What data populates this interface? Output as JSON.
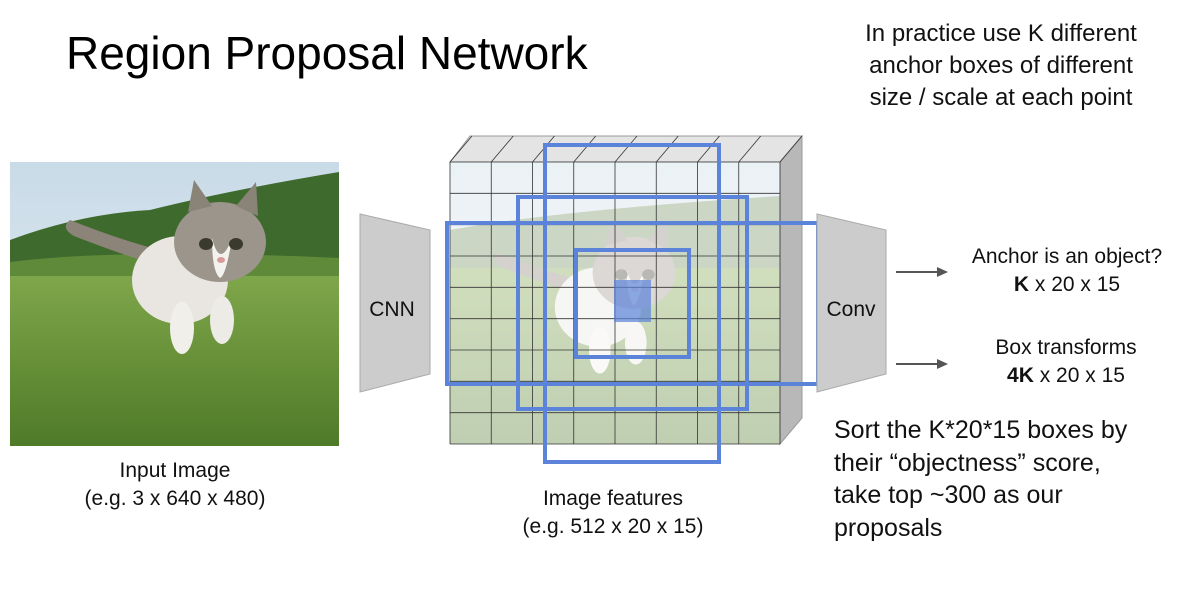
{
  "title": "Region Proposal Network",
  "note": {
    "lines": [
      "In practice use K different",
      "anchor boxes of different",
      "size / scale at each point"
    ]
  },
  "input": {
    "line1": "Input Image",
    "line2": "(e.g. 3 x 640 x 480)"
  },
  "cnn_label": "CNN",
  "features": {
    "line1": "Image features",
    "line2": "(e.g. 512 x 20 x 15)"
  },
  "conv_label": "Conv",
  "outputs": {
    "anchor": {
      "line1": "Anchor is an object?",
      "bold": "K",
      "rest": " x 20 x 15"
    },
    "box": {
      "line1": "Box transforms",
      "bold": "4K",
      "rest": " x 20 x 15"
    }
  },
  "sort": {
    "lines": [
      "Sort the K*20*15 boxes by",
      "their “objectness” score,",
      "take top ~300 as our",
      "proposals"
    ]
  },
  "colors": {
    "anchor_box": "#5b83d9",
    "trapezoid": "#cccccc",
    "arrow": "#555555"
  }
}
